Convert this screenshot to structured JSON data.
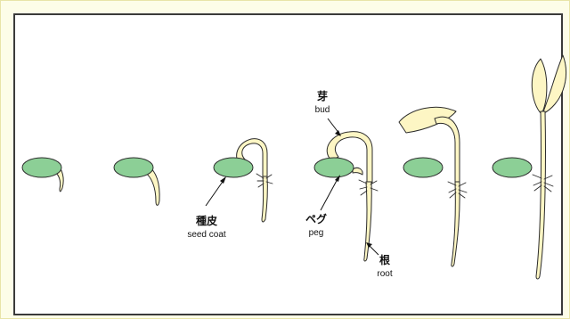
{
  "labels": {
    "seed_coat": {
      "jp": "種皮",
      "en": "seed coat"
    },
    "peg": {
      "jp": "ペグ",
      "en": "peg"
    },
    "bud": {
      "jp": "芽",
      "en": "bud"
    },
    "root": {
      "jp": "根",
      "en": "root"
    }
  },
  "colors": {
    "seed": "#8ccf96",
    "sprout": "#fdf6c4",
    "outline": "#2b2b2b",
    "background": "#fdfde8",
    "panel": "#ffffff"
  }
}
